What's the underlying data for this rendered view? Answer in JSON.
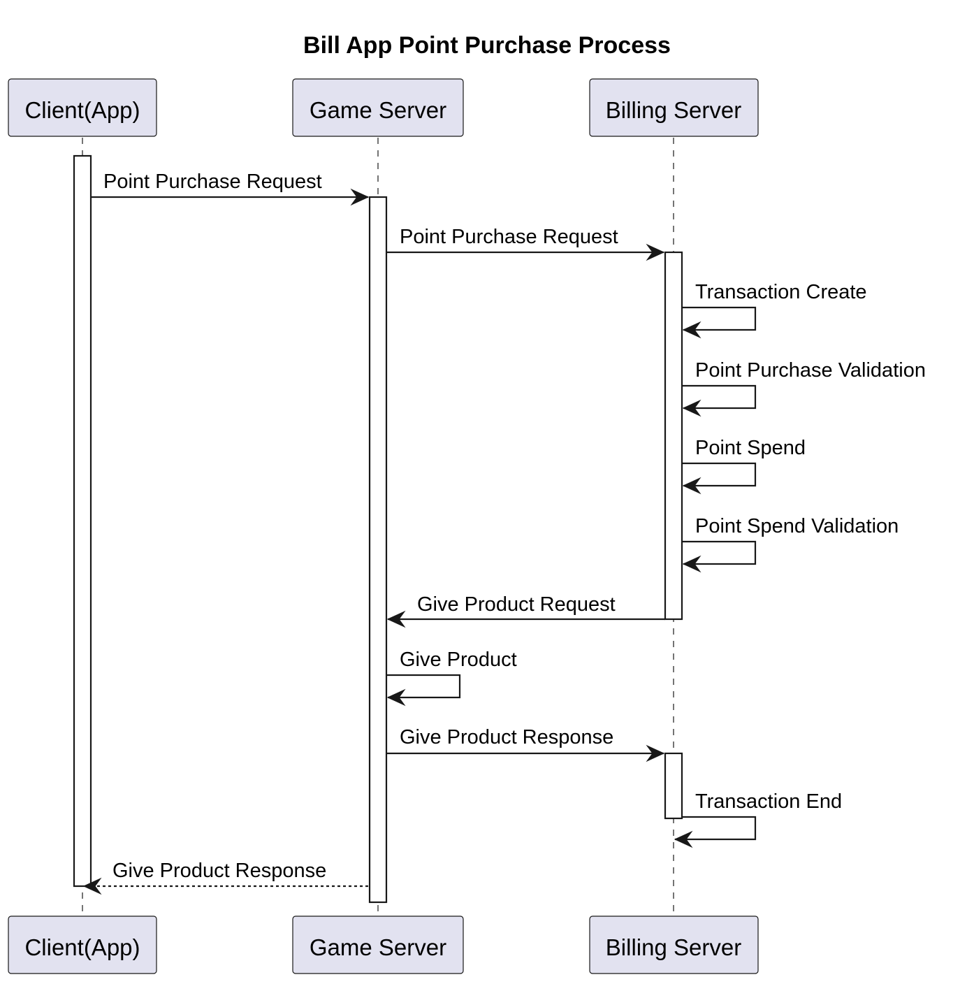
{
  "diagram": {
    "title": "Bill App Point Purchase Process",
    "participants": [
      {
        "id": "client",
        "label": "Client(App)"
      },
      {
        "id": "game",
        "label": "Game Server"
      },
      {
        "id": "billing",
        "label": "Billing Server"
      }
    ],
    "messages": [
      {
        "from": "client",
        "to": "game",
        "label": "Point Purchase Request",
        "style": "solid"
      },
      {
        "from": "game",
        "to": "billing",
        "label": "Point Purchase Request",
        "style": "solid"
      },
      {
        "from": "billing",
        "to": "billing",
        "label": "Transaction Create",
        "style": "solid"
      },
      {
        "from": "billing",
        "to": "billing",
        "label": "Point Purchase Validation",
        "style": "solid"
      },
      {
        "from": "billing",
        "to": "billing",
        "label": "Point Spend",
        "style": "solid"
      },
      {
        "from": "billing",
        "to": "billing",
        "label": "Point Spend Validation",
        "style": "solid"
      },
      {
        "from": "billing",
        "to": "game",
        "label": "Give Product Request",
        "style": "solid"
      },
      {
        "from": "game",
        "to": "game",
        "label": "Give Product",
        "style": "solid"
      },
      {
        "from": "game",
        "to": "billing",
        "label": "Give Product Response",
        "style": "solid"
      },
      {
        "from": "billing",
        "to": "billing",
        "label": "Transaction End",
        "style": "solid"
      },
      {
        "from": "game",
        "to": "client",
        "label": "Give Product Response",
        "style": "dashed"
      }
    ],
    "colors": {
      "participant_fill": "#e2e2f0",
      "stroke": "#181818",
      "activation_fill": "#ffffff"
    }
  }
}
